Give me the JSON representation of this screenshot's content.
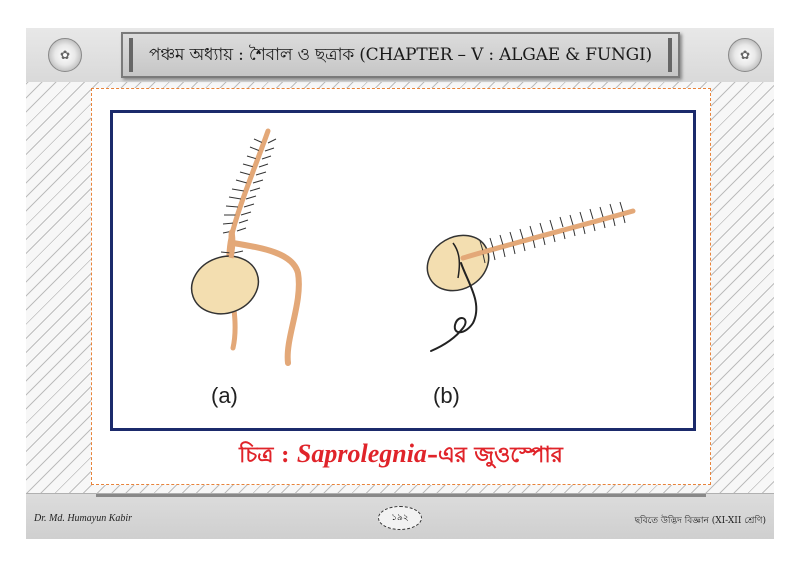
{
  "header": {
    "title": "পঞ্চম অধ্যায় : শৈবাল ও ছত্রাক (CHAPTER – V : ALGAE & FUNGI)"
  },
  "figure": {
    "label_a": "(a)",
    "label_b": "(b)"
  },
  "caption": {
    "prefix": "চিত্র : ",
    "italic": "Saprolegnia",
    "suffix": "–এর জুওস্পোর"
  },
  "footer": {
    "author": "Dr. Md. Humayun Kabir",
    "page_number": "১৯২",
    "book_title": "ছবিতে উদ্ভিদ বিজ্ঞান (XI-XII শ্রেণি)"
  },
  "colors": {
    "caption": "#e0242a",
    "frame": "#1b2a6b",
    "flagellum": "#e3a878",
    "body": "#f3deb0"
  }
}
